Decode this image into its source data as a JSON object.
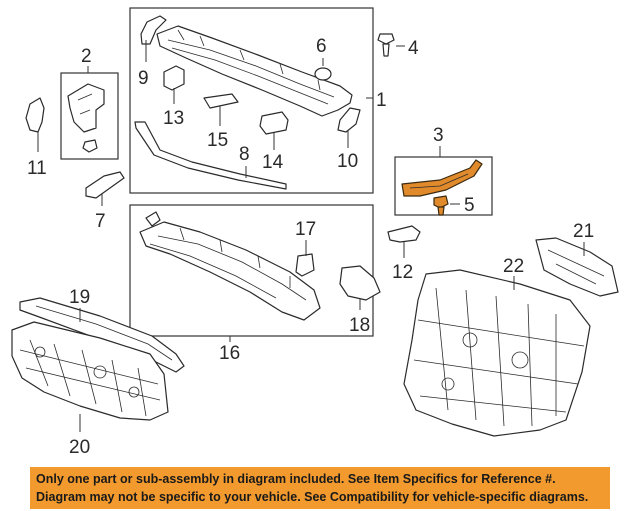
{
  "diagram": {
    "callouts": {
      "c1": "1",
      "c2": "2",
      "c3": "3",
      "c4": "4",
      "c5": "5",
      "c6": "6",
      "c7": "7",
      "c8": "8",
      "c9": "9",
      "c10": "10",
      "c11": "11",
      "c12": "12",
      "c13": "13",
      "c14": "14",
      "c15": "15",
      "c16": "16",
      "c17": "17",
      "c18": "18",
      "c19": "19",
      "c20": "20",
      "c21": "21",
      "c22": "22"
    },
    "colors": {
      "highlight_part": "#e08a2c",
      "notice_bg": "#f29a2e",
      "line": "#2b2b2b"
    }
  },
  "notice": {
    "line1": "Only one part or sub-assembly in diagram included. See Item Specifics for Reference #.",
    "line2": "Diagram may not be specific to your vehicle. See Compatibility for vehicle-specific diagrams."
  }
}
